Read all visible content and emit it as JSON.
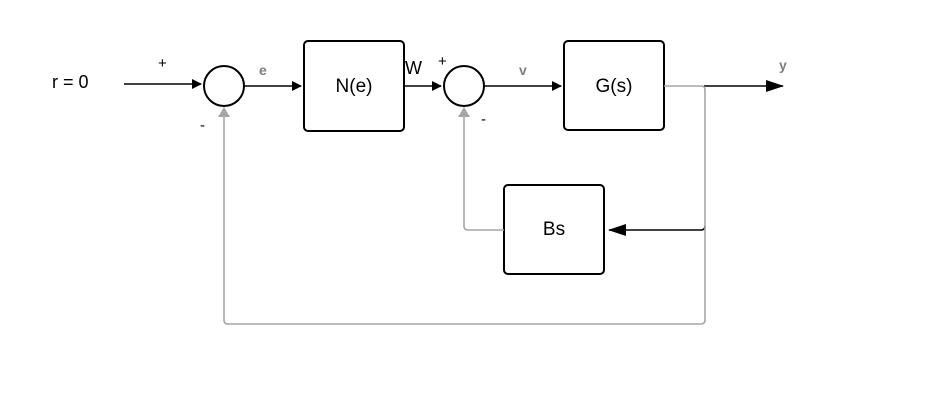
{
  "diagram": {
    "input_label": "r = 0",
    "blocks": {
      "nonlinearity": "N(e)",
      "plant": "G(s)",
      "feedback": "Bs"
    },
    "signals": {
      "error": "e",
      "w": "W",
      "v": "v",
      "output": "y"
    },
    "signs": {
      "sum1_plus": "+",
      "sum1_minus": "-",
      "sum2_plus": "+",
      "sum2_minus": "-"
    },
    "colors": {
      "main_path": "#000000",
      "feedback_path": "#a6a6a6",
      "signal_label_gray": "#7f7f7f"
    }
  }
}
